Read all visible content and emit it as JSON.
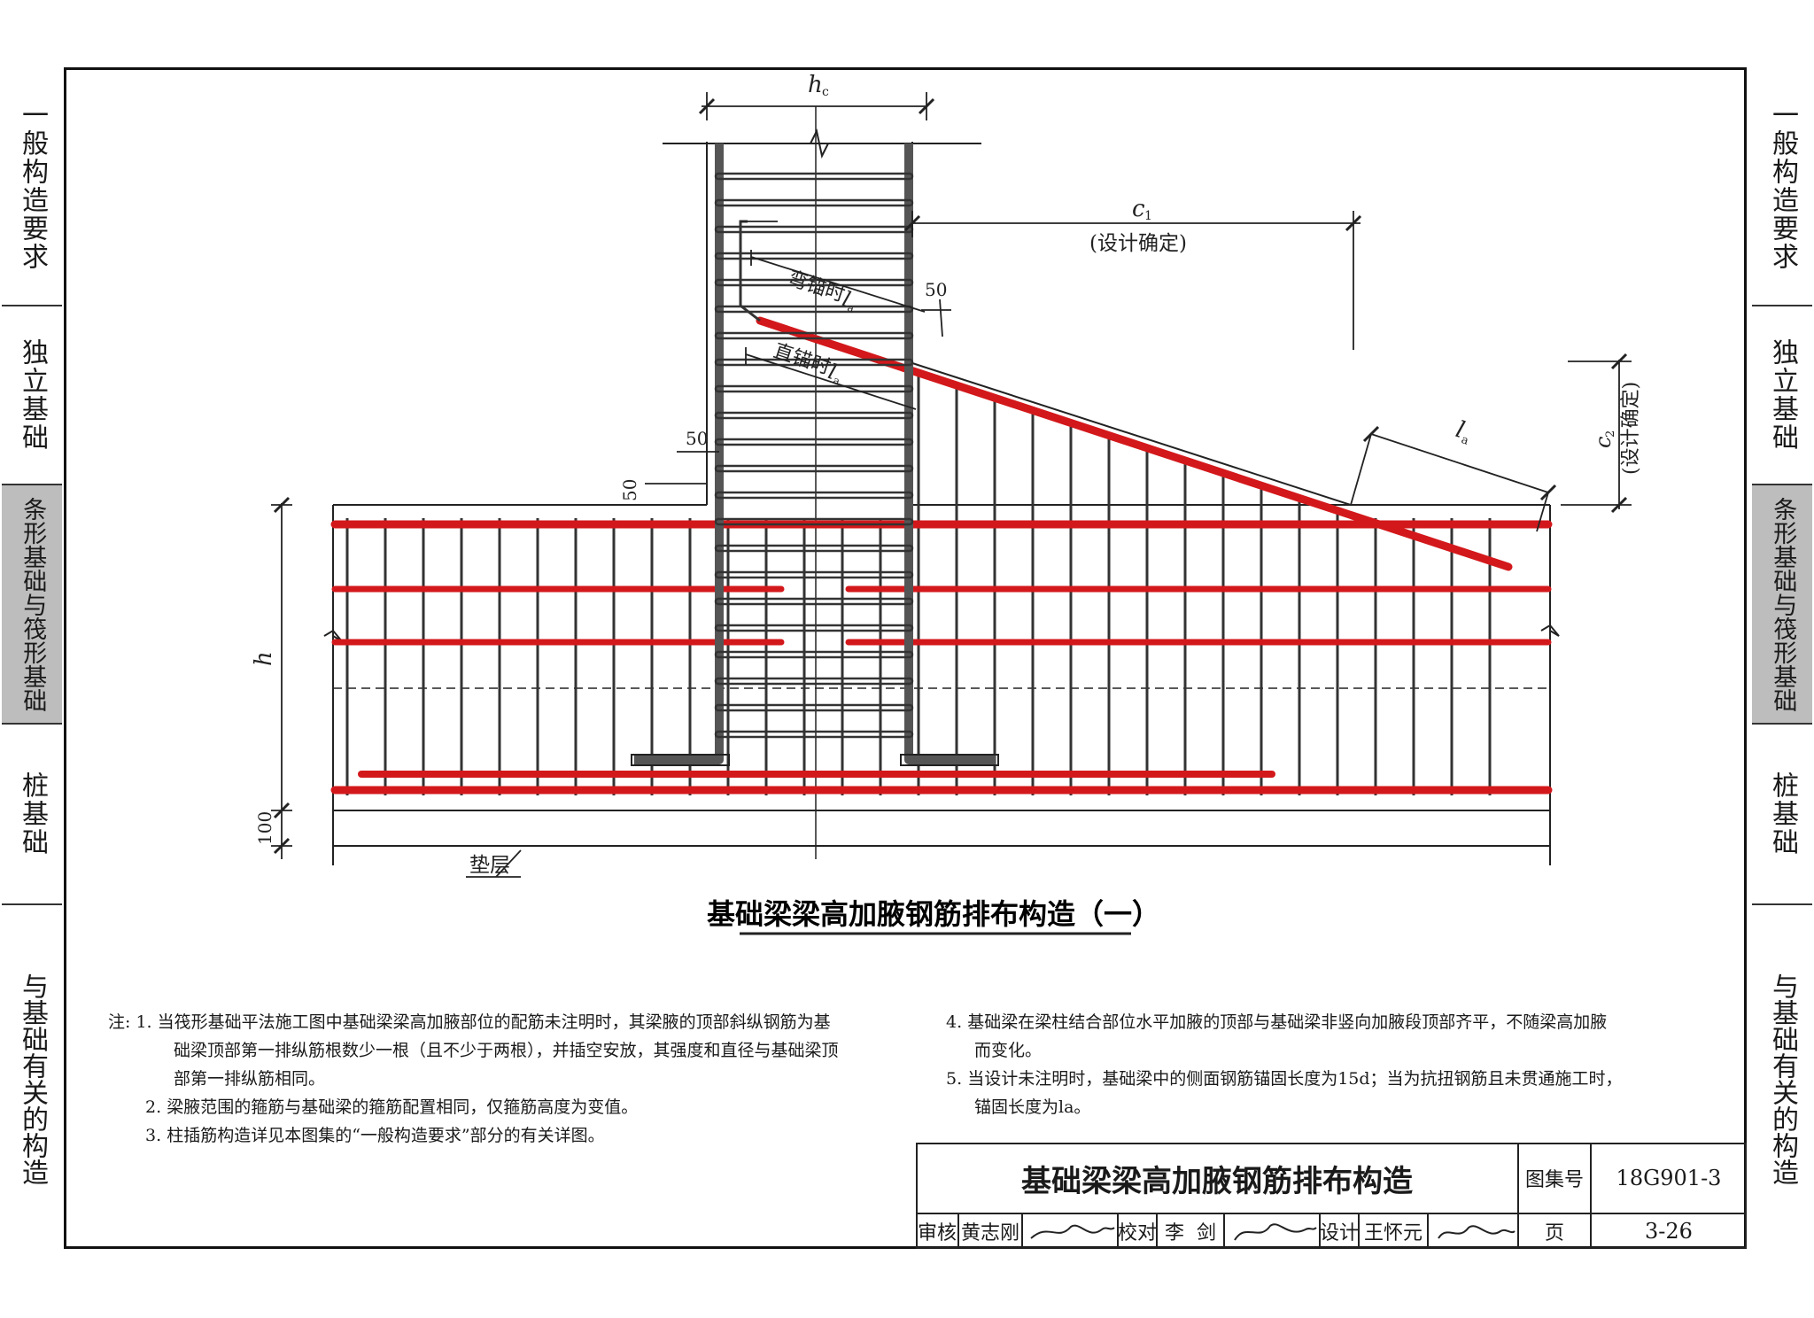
{
  "side_tabs": {
    "general": "一般构造要求",
    "isolated": "独立基础",
    "strip_raft": "条形基础与筏形基础",
    "pile": "桩基础",
    "related": "与基础有关的构造"
  },
  "drawing": {
    "title": "基础梁梁高加腋钢筋排布构造（一）",
    "labels": {
      "hc": "h",
      "hc_sub": "c",
      "c1": "c",
      "c1_sub": "1",
      "c1_note": "(设计确定)",
      "c2": "c",
      "c2_sub": "2",
      "c2_note": "(设计确定)",
      "bend_anchor": "弯锚时",
      "straight_anchor": "直锚时",
      "la": "l",
      "la_sub": "a",
      "dim_50": "50",
      "dim_100": "100",
      "h": "h",
      "cushion": "垫层"
    }
  },
  "notes": {
    "prefix": "注:",
    "items": [
      {
        "num": "1.",
        "lines": [
          "当筏形基础平法施工图中基础梁梁高加腋部位的配筋未注明时，其梁腋的顶部斜纵钢筋为基",
          "础梁顶部第一排纵筋根数少一根（且不少于两根），并插空安放，其强度和直径与基础梁顶",
          "部第一排纵筋相同。"
        ]
      },
      {
        "num": "2.",
        "lines": [
          "梁腋范围的箍筋与基础梁的箍筋配置相同，仅箍筋高度为变值。"
        ]
      },
      {
        "num": "3.",
        "lines": [
          "柱插筋构造详见本图集的“一般构造要求”部分的有关详图。"
        ]
      },
      {
        "num": "4.",
        "lines": [
          "基础梁在梁柱结合部位水平加腋的顶部与基础梁非竖向加腋段顶部齐平，不随梁高加腋",
          "而变化。"
        ]
      },
      {
        "num": "5.",
        "lines": [
          "当设计未注明时，基础梁中的侧面钢筋锚固长度为15d；当为抗扭钢筋且未贯通施工时，",
          "锚固长度为la。"
        ]
      }
    ]
  },
  "title_block": {
    "title": "基础梁梁高加腋钢筋排布构造",
    "atlas_label": "图集号",
    "atlas_no": "18G901-3",
    "review_label": "审核",
    "reviewer": "黄志刚",
    "check_label": "校对",
    "checker": "李  剑",
    "design_label": "设计",
    "designer": "王怀元",
    "page_label": "页",
    "page_no": "3-26"
  },
  "colors": {
    "rebar_main": "#d3181b",
    "rebar_column": "#555555",
    "tab_active": "#bdbdbd",
    "line": "#222222"
  }
}
